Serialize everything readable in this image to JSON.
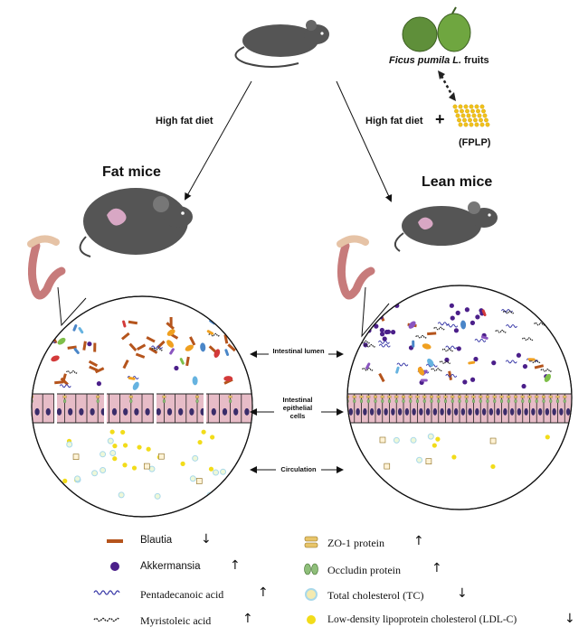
{
  "top": {
    "fruit_species": "Ficus pumila L.",
    "fruit_suffix": "fruits",
    "fplp_label": "(FPLP)",
    "plus_sign": "+",
    "left_arrow_label": "High fat diet",
    "right_arrow_label": "High fat diet"
  },
  "groups": {
    "fat": "Fat mice",
    "lean": "Lean mice"
  },
  "center_labels": {
    "lumen": "Intestinal lumen",
    "epithelial_line1": "Intestinal",
    "epithelial_line2": "epithelial",
    "epithelial_line3": "cells",
    "circulation": "Circulation"
  },
  "legend": [
    {
      "id": "blautia",
      "label": "Blautia",
      "change": "↓",
      "color": "#b5541c"
    },
    {
      "id": "akkermansia",
      "label": "Akkermansia",
      "change": "↑",
      "color": "#4b1f8a"
    },
    {
      "id": "pentadecanoic",
      "label": "Pentadecanoic acid",
      "change": "↑",
      "color": "#3a3aa8"
    },
    {
      "id": "myristoleic",
      "label": "Myristoleic acid",
      "change": "↑",
      "color": "#222222"
    },
    {
      "id": "zo1",
      "label": "ZO-1 protein",
      "change": "↑",
      "color": "#e8c56a"
    },
    {
      "id": "occludin",
      "label": "Occludin protein",
      "change": "↑",
      "color": "#8fbf7a"
    },
    {
      "id": "tc",
      "label": "Total cholesterol (TC)",
      "change": "↓",
      "color": "#a8d8ea"
    },
    {
      "id": "ldlc",
      "label": "Low-density lipoprotein cholesterol (LDL-C)",
      "change": "↓",
      "color": "#f2dc1a"
    }
  ]
}
